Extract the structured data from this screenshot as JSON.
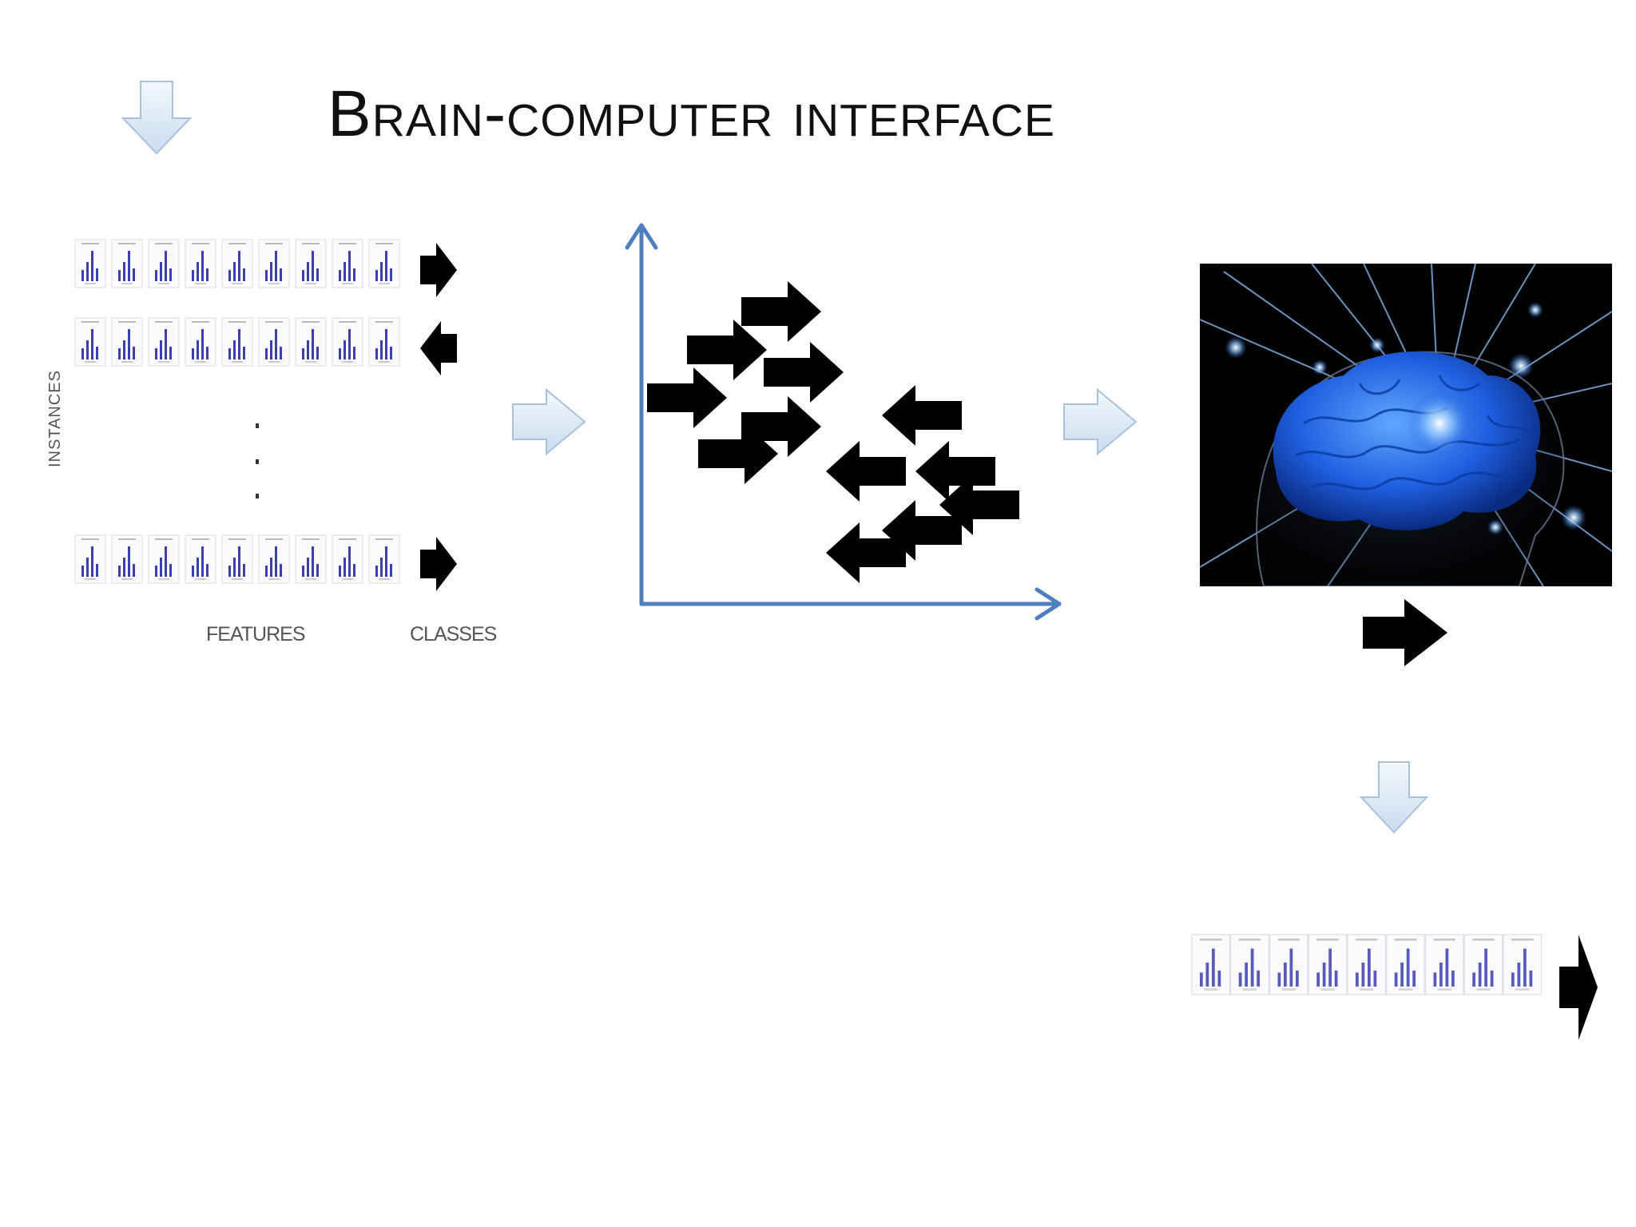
{
  "title": "Brain-computer interface",
  "dataset": {
    "rows_label": "INSTANCES",
    "columns_label": "FEATURES",
    "classes_label": "CLASSES"
  },
  "colors": {
    "axis": "#4f7fbf",
    "flow_arrow": "#dce9f5",
    "class_arrow": "#000000",
    "bar": "#3b3fb0",
    "brain": "#1f5fe0"
  },
  "icons": [
    "down-arrow-icon",
    "right-arrow-icon",
    "left-arrow-icon",
    "brain-image"
  ]
}
